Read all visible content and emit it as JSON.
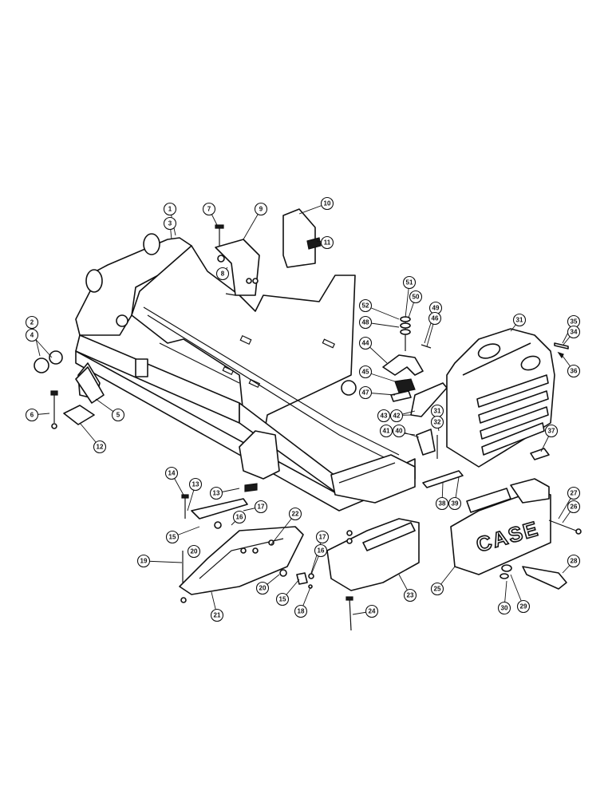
{
  "diagram": {
    "brand_text": "CASE",
    "callouts": [
      {
        "label": "1"
      },
      {
        "label": "3"
      },
      {
        "label": "7"
      },
      {
        "label": "9"
      },
      {
        "label": "10"
      },
      {
        "label": "11"
      },
      {
        "label": "8"
      },
      {
        "label": "2"
      },
      {
        "label": "4"
      },
      {
        "label": "6"
      },
      {
        "label": "5"
      },
      {
        "label": "12"
      },
      {
        "label": "51"
      },
      {
        "label": "52"
      },
      {
        "label": "50"
      },
      {
        "label": "48"
      },
      {
        "label": "49"
      },
      {
        "label": "46"
      },
      {
        "label": "44"
      },
      {
        "label": "45"
      },
      {
        "label": "47"
      },
      {
        "label": "31"
      },
      {
        "label": "35"
      },
      {
        "label": "34"
      },
      {
        "label": "36"
      },
      {
        "label": "43"
      },
      {
        "label": "42"
      },
      {
        "label": "31"
      },
      {
        "label": "32"
      },
      {
        "label": "41"
      },
      {
        "label": "40"
      },
      {
        "label": "37"
      },
      {
        "label": "14"
      },
      {
        "label": "13"
      },
      {
        "label": "13"
      },
      {
        "label": "17"
      },
      {
        "label": "16"
      },
      {
        "label": "22"
      },
      {
        "label": "15"
      },
      {
        "label": "20"
      },
      {
        "label": "19"
      },
      {
        "label": "20"
      },
      {
        "label": "21"
      },
      {
        "label": "17"
      },
      {
        "label": "16"
      },
      {
        "label": "15"
      },
      {
        "label": "18"
      },
      {
        "label": "38"
      },
      {
        "label": "39"
      },
      {
        "label": "27"
      },
      {
        "label": "26"
      },
      {
        "label": "28"
      },
      {
        "label": "23"
      },
      {
        "label": "24"
      },
      {
        "label": "25"
      },
      {
        "label": "30"
      },
      {
        "label": "29"
      }
    ]
  }
}
